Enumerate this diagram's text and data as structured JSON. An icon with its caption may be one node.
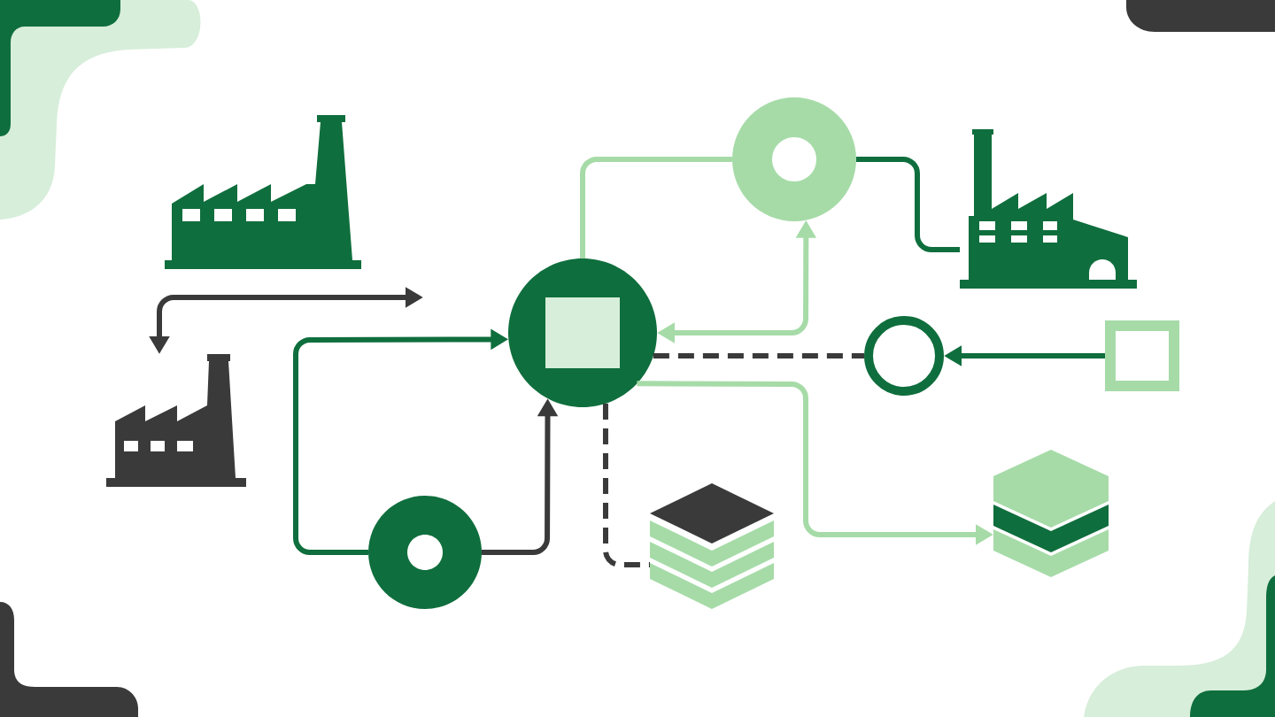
{
  "diagram": {
    "nodes": [
      {
        "text": [],
        "shape": "picture"
      },
      {
        "text": [],
        "shape": "picture"
      },
      {
        "text": [],
        "shape": "circle"
      },
      {
        "text": [],
        "shape": "circle"
      },
      {
        "text": [],
        "shape": "circle"
      },
      {
        "text": [],
        "shape": "picture"
      },
      {
        "text": [],
        "shape": "circle"
      },
      {
        "text": [],
        "shape": "box"
      },
      {
        "text": [],
        "shape": "picture"
      },
      {
        "text": [],
        "shape": "picture"
      }
    ],
    "edges": [
      {
        "from": null,
        "to": 1,
        "arrow": "both"
      },
      {
        "from": 3,
        "to": 2,
        "arrow": "to",
        "color": "#0f6e3d"
      },
      {
        "from": 3,
        "to": 2,
        "arrow": "to"
      },
      {
        "from": 2,
        "to": 4,
        "arrow": "none",
        "color": "#a6dba8"
      },
      {
        "from": 2,
        "to": 4,
        "arrow": "both",
        "color": "#a6dba8"
      },
      {
        "from": 4,
        "to": 5,
        "arrow": "none",
        "color": "#0f6e3d"
      },
      {
        "from": 2,
        "to": 6,
        "arrow": "none",
        "style": "dashed"
      },
      {
        "from": 7,
        "to": 6,
        "arrow": "to",
        "color": "#0f6e3d"
      },
      {
        "from": 2,
        "to": 9,
        "arrow": "to",
        "color": "#a6dba8"
      },
      {
        "from": 2,
        "to": 8,
        "arrow": "none",
        "style": "dashed"
      }
    ]
  }
}
